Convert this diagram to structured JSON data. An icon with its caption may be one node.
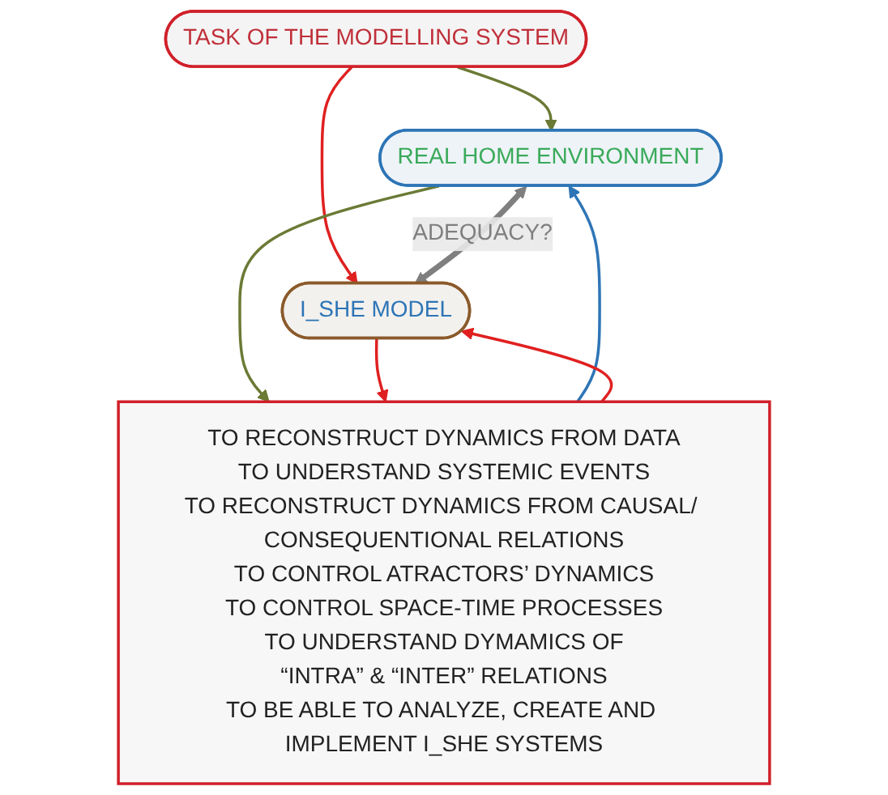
{
  "diagram": {
    "nodes": [
      {
        "text": [
          "TASK OF THE MODELLING SYSTEM"
        ]
      },
      {
        "text": [
          "REAL HOME ENVIRONMENT"
        ]
      },
      {
        "text": [
          "I_SHE MODEL"
        ]
      },
      {
        "text": [
          "TO RECONSTRUCT DYNAMICS FROM DATA",
          "TO UNDERSTAND SYSTEMIC EVENTS",
          "TO RECONSTRUCT DYNAMICS FROM CAUSAL/ CONSEQUENTIONAL RELATIONS",
          "TO CONTROL ATRACTORS’ DYNAMICS",
          "TO CONTROL SPACE-TIME PROCESSES",
          "TO UNDERSTAND DYMAMICS OF",
          "“INTRA” & “INTER” RELATIONS",
          "TO BE ABLE TO ANALYZE, CREATE AND IMPLEMENT I_SHE SYSTEMS"
        ]
      }
    ],
    "edges": [
      {
        "from": 0,
        "to": 1,
        "arrow": "to",
        "color": "#6b7a35"
      },
      {
        "from": 0,
        "to": 2,
        "arrow": "to"
      },
      {
        "from": 1,
        "to": 2,
        "arrow": "both",
        "label": "ADEQUACY?",
        "style": "thick",
        "color": "#7f7f7f"
      },
      {
        "from": 1,
        "to": 3,
        "arrow": "to",
        "color": "#6b7a35"
      },
      {
        "from": 2,
        "to": 3,
        "arrow": "to"
      },
      {
        "from": 3,
        "to": 1,
        "arrow": "to",
        "color": "#2e75b6"
      },
      {
        "from": 3,
        "to": 2,
        "arrow": "to"
      }
    ]
  }
}
